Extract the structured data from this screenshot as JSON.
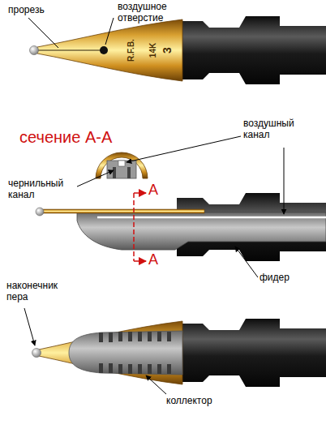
{
  "diagram": {
    "labels": [
      "прорезь",
      "воздушное отверстие",
      "R.F.B.",
      "14K",
      "3",
      "сечение А-А",
      "воздушный канал",
      "чернильный канал",
      "А",
      "А",
      "фидер",
      "наконечник пера",
      "коллектор"
    ]
  }
}
